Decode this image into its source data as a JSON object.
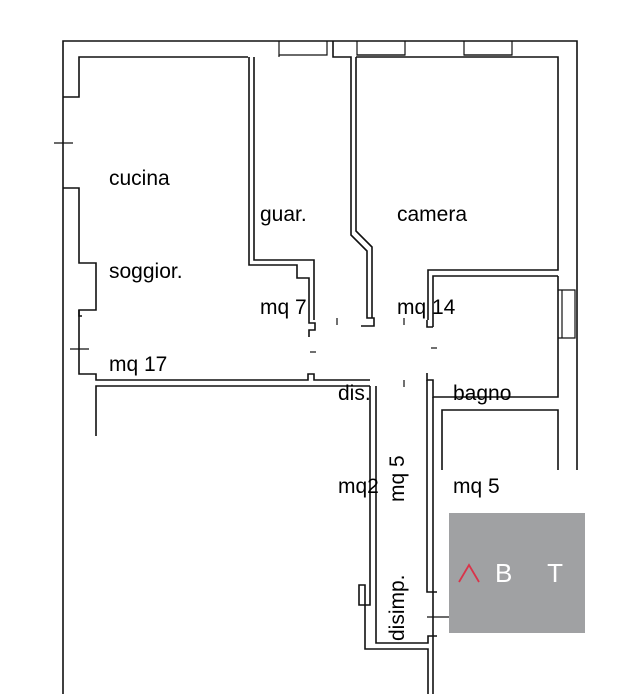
{
  "plan": {
    "rooms": [
      {
        "id": "cucina",
        "lines": [
          "cucina",
          "soggior.",
          "mq 17"
        ],
        "name": "cucina soggiorno",
        "area_mq": 17
      },
      {
        "id": "guardaroba",
        "lines": [
          "guar.",
          "mq 7"
        ],
        "name": "guardaroba",
        "area_mq": 7
      },
      {
        "id": "camera",
        "lines": [
          "camera",
          "mq 14"
        ],
        "name": "camera",
        "area_mq": 14
      },
      {
        "id": "disimpegno-1",
        "lines": [
          "dis.",
          "mq2"
        ],
        "name": "disimpegno",
        "area_mq": 2
      },
      {
        "id": "bagno",
        "lines": [
          "bagno",
          "mq 5"
        ],
        "name": "bagno",
        "area_mq": 5
      },
      {
        "id": "disimpegno-2",
        "lines": [
          "disimp.",
          "mq 5"
        ],
        "name": "disimpegno",
        "area_mq": 5
      }
    ],
    "labels": {
      "cucina_1": "cucina",
      "cucina_2": "soggior.",
      "cucina_3": "mq 17",
      "guar_1": "guar.",
      "guar_2": "mq 7",
      "camera_1": "camera",
      "camera_2": "mq 14",
      "dis_1": "dis.",
      "dis_2": "mq2",
      "bagno_1": "bagno",
      "bagno_2": "mq 5",
      "disimp_1": "disimp.",
      "disimp_2": "mq 5"
    }
  },
  "logo": {
    "letters": "B T",
    "caret_color": "#d9344a",
    "background": "#a0a1a3",
    "text_color": "#ffffff"
  }
}
